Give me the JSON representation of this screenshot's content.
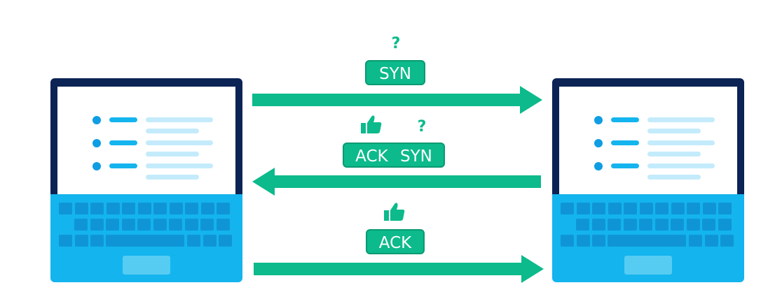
{
  "colors": {
    "accent": "#0cba8b",
    "laptop_frame": "#0b2355",
    "laptop_body": "#14b4ee",
    "keys": "#0f95d6"
  },
  "messages": {
    "syn": {
      "label": "SYN",
      "icon": "question-icon"
    },
    "syn_ack": {
      "ack_label": "ACK",
      "syn_label": "SYN",
      "icons": [
        "thumbs-up-icon",
        "question-icon"
      ]
    },
    "ack": {
      "label": "ACK",
      "icon": "thumbs-up-icon"
    }
  },
  "question_mark": "?"
}
